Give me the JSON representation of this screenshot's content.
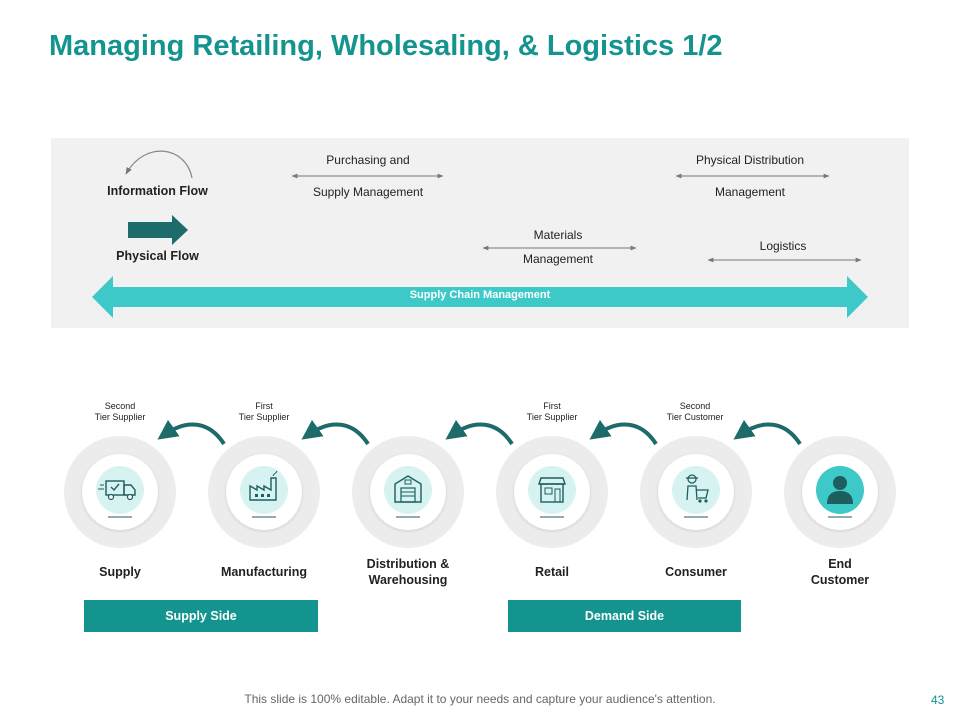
{
  "title": "Managing Retailing, Wholesaling, & Logistics 1/2",
  "legend": {
    "information_flow": "Information Flow",
    "physical_flow": "Physical  Flow"
  },
  "flows": {
    "purchasing_line1": "Purchasing and",
    "purchasing_line2": "Supply Management",
    "physical_dist_line1": "Physical Distribution",
    "physical_dist_line2": "Management",
    "materials_line1": "Materials",
    "materials_line2": "Management",
    "logistics": "Logistics",
    "supply_chain": "Supply Chain  Management"
  },
  "tiers": [
    {
      "line1": "Second",
      "line2": "Tier Supplier"
    },
    {
      "line1": "First",
      "line2": "Tier Supplier"
    },
    {
      "line1": "First",
      "line2": "Tier Supplier"
    },
    {
      "line1": "Second",
      "line2": "Tier Customer"
    }
  ],
  "stages": [
    {
      "label": "Supply",
      "icon": "delivery-truck-icon"
    },
    {
      "label": "Manufacturing",
      "icon": "factory-icon"
    },
    {
      "label_line1": "Distribution &",
      "label_line2": "Warehousing",
      "icon": "warehouse-icon"
    },
    {
      "label": "Retail",
      "icon": "shop-icon"
    },
    {
      "label": "Consumer",
      "icon": "shopper-cart-icon"
    },
    {
      "label_line1": "End",
      "label_line2": "Customer",
      "icon": "user-icon"
    }
  ],
  "sides": {
    "supply": "Supply Side",
    "demand": "Demand Side"
  },
  "colors": {
    "teal_title": "#14948f",
    "teal_bar": "#3ec9c9",
    "teal_dark": "#13948e",
    "arrow_dark": "#1e6b6b",
    "icon_bg": "#d6f3f1"
  },
  "footer": "This slide is 100% editable. Adapt it to your needs and capture your audience's attention.",
  "page_number": "43"
}
